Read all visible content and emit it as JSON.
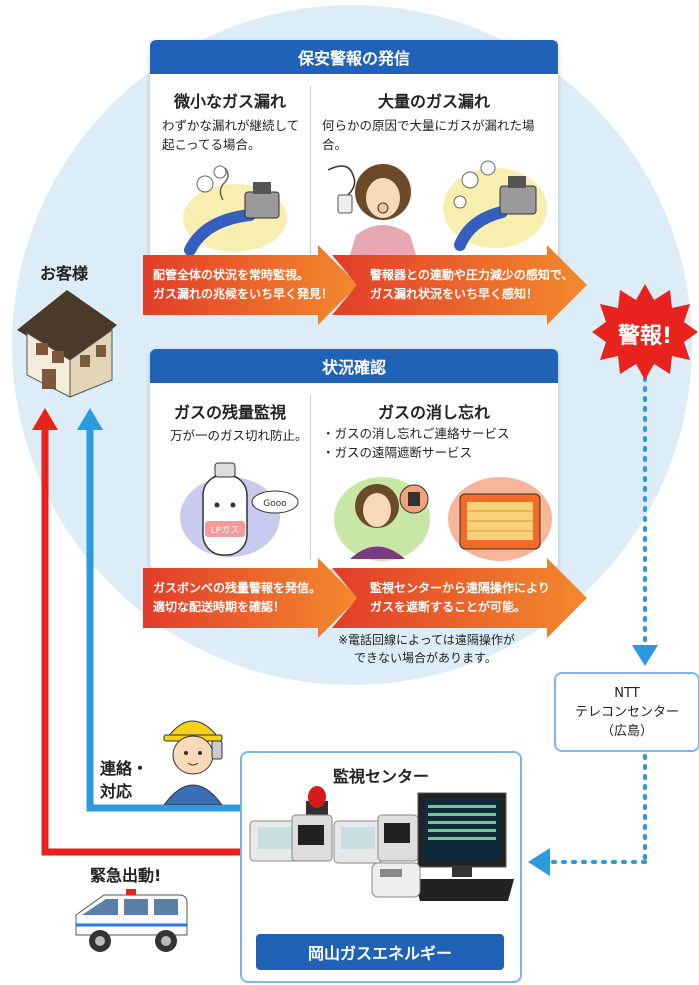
{
  "alarm": {
    "title": "保安警報の発信",
    "left": {
      "title": "微小なガス漏れ",
      "desc_line1": "わずかな漏れが継続して",
      "desc_line2": "起こってる場合。",
      "arrow_line1": "配管全体の状況を常時監視。",
      "arrow_line2": "ガス漏れの兆候をいち早く発見！"
    },
    "right": {
      "title": "大量のガス漏れ",
      "desc_line1": "何らかの原因で大量にガスが漏れた場合。",
      "arrow_line1": "警報器との連動や圧力減少の感知で、",
      "arrow_line2": "ガス漏れ状況をいち早く感知！"
    }
  },
  "status": {
    "title": "状況確認",
    "left": {
      "title": "ガスの残量監視",
      "desc_line1": "万が一のガス切れ防止。",
      "tank_label": "LPガス",
      "speech": "Gooo",
      "arrow_line1": "ガスボンベの残量警報を発信。",
      "arrow_line2": "適切な配送時期を確認！"
    },
    "right": {
      "title": "ガスの消し忘れ",
      "bullet1": "・ガスの消し忘れご連絡サービス",
      "bullet2": "・ガスの遠隔遮断サービス",
      "arrow_line1": "監視センターから遠隔操作により",
      "arrow_line2": "ガスを遮断することが可能。",
      "note_line1": "※電話回線によっては遠隔操作が",
      "note_line2": "できない場合があります。"
    }
  },
  "customer_label": "お客様",
  "burst_label": "警報!",
  "ntt": {
    "line1": "NTT",
    "line2": "テレコンセンター",
    "line3": "（広島）"
  },
  "contact_line1": "連絡・",
  "contact_line2": "対応",
  "emergency_label": "緊急出動!",
  "monitor_center": {
    "title": "監視センター",
    "company_button": "岡山ガスエネルギー"
  },
  "colors": {
    "brand_blue": "#1f62b6",
    "circle": "#dcedf8",
    "red_line": "#e8221c",
    "blue_line": "#2b9be0",
    "arrow_orange": "#f08a2a"
  }
}
